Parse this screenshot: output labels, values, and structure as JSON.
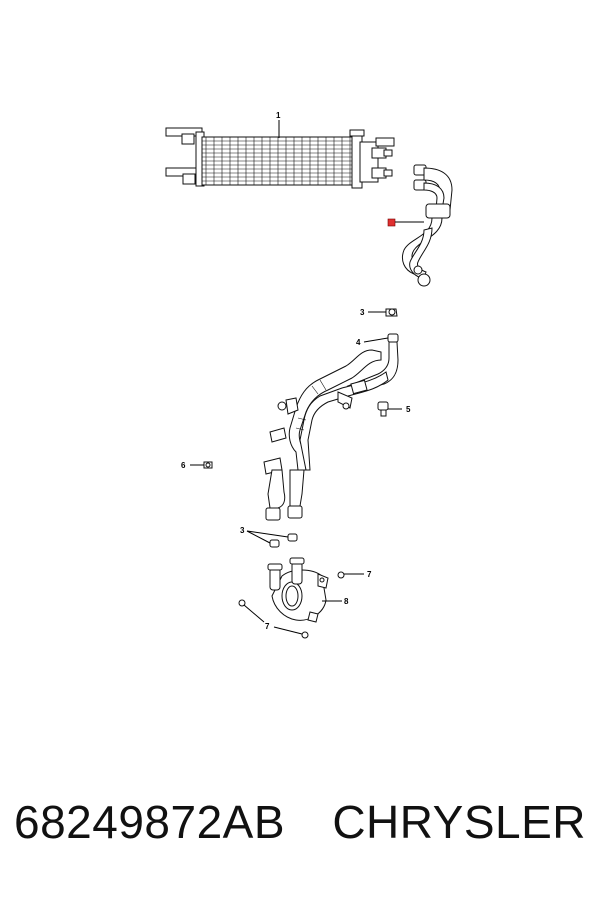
{
  "diagram": {
    "callouts": {
      "c1": "1",
      "c3a": "3",
      "c4": "4",
      "c5": "5",
      "c6": "6",
      "c3b": "3",
      "c7a": "7",
      "c8": "8",
      "c7b": "7"
    },
    "highlight_color": "#e03030"
  },
  "caption": {
    "part_number": "68249872AB",
    "brand": "CHRYSLER"
  }
}
